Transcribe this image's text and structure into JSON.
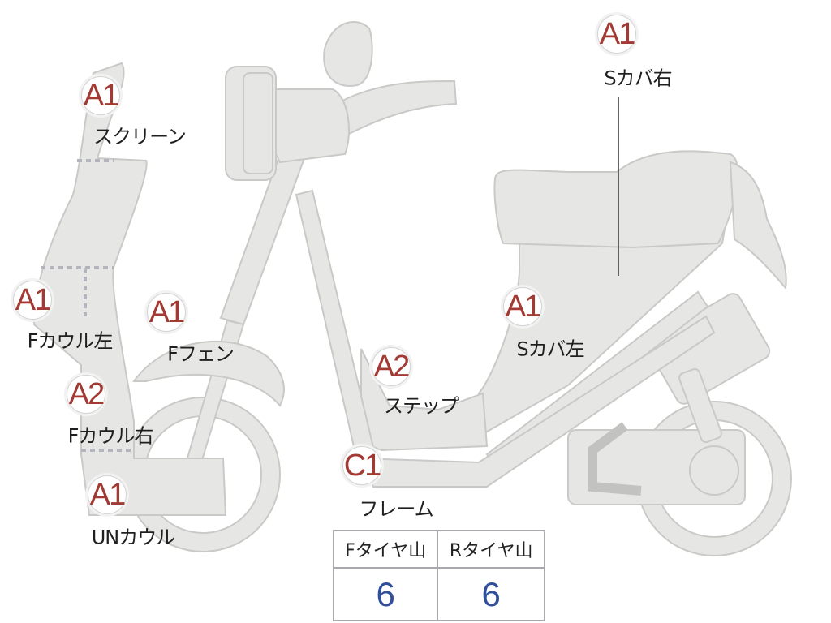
{
  "parts": [
    {
      "id": "screen",
      "grade": "A1",
      "label": "スクリーン"
    },
    {
      "id": "f-cowl-left",
      "grade": "A1",
      "label": "Fカウル左"
    },
    {
      "id": "f-cowl-right",
      "grade": "A2",
      "label": "Fカウル右"
    },
    {
      "id": "un-cowl",
      "grade": "A1",
      "label": "UNカウル"
    },
    {
      "id": "f-fender",
      "grade": "A1",
      "label": "Fフェン"
    },
    {
      "id": "step",
      "grade": "A2",
      "label": "ステップ"
    },
    {
      "id": "frame",
      "grade": "C1",
      "label": "フレーム"
    },
    {
      "id": "s-cover-left",
      "grade": "A1",
      "label": "Sカバ左"
    },
    {
      "id": "s-cover-right",
      "grade": "A1",
      "label": "Sカバ右"
    }
  ],
  "tire_table": {
    "headers": [
      "Fタイヤ山",
      "Rタイヤ山"
    ],
    "values": [
      "6",
      "6"
    ]
  },
  "colors": {
    "grade": "#a23a33",
    "tread_value": "#2f4f9b",
    "part_fill": "#e6e6e4"
  }
}
